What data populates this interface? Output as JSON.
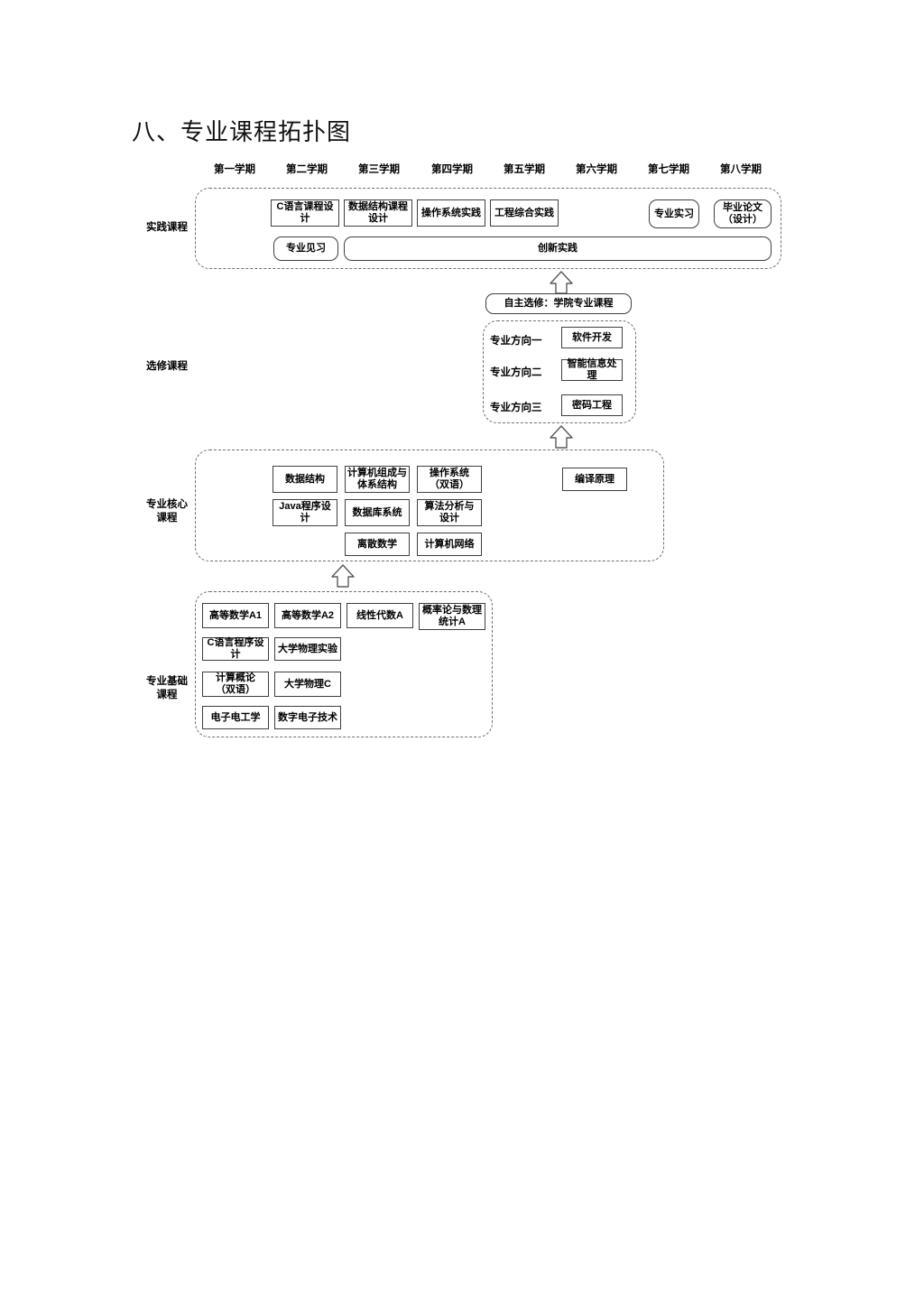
{
  "document": {
    "title": "八、专业课程拓扑图"
  },
  "semesters": [
    {
      "label": "第一学期"
    },
    {
      "label": "第二学期"
    },
    {
      "label": "第三学期"
    },
    {
      "label": "第四学期"
    },
    {
      "label": "第五学期"
    },
    {
      "label": "第六学期"
    },
    {
      "label": "第七学期"
    },
    {
      "label": "第八学期"
    }
  ],
  "groups": {
    "practice": {
      "label": "实践课程",
      "row1": [
        {
          "label": "C语言课程设计"
        },
        {
          "label": "数据结构课程\n设计"
        },
        {
          "label": "操作系统实践"
        },
        {
          "label": "工程综合实践"
        },
        {
          "label": "专业实习"
        },
        {
          "label": "毕业论文\n（设计）"
        }
      ],
      "row2": [
        {
          "label": "专业见习"
        },
        {
          "label": "创新实践"
        }
      ]
    },
    "elective": {
      "label": "选修课程",
      "header": "自主选修：学院专业课程",
      "directions": [
        {
          "label": "专业方向一",
          "course": "软件开发"
        },
        {
          "label": "专业方向二",
          "course": "智能信息处理"
        },
        {
          "label": "专业方向三",
          "course": "密码工程"
        }
      ]
    },
    "core": {
      "label": "专业核心\n课程",
      "col1": [
        {
          "label": "数据结构"
        },
        {
          "label": "Java程序设计"
        }
      ],
      "col2": [
        {
          "label": "计算机组成与\n体系结构"
        },
        {
          "label": "数据库系统"
        },
        {
          "label": "离散数学"
        }
      ],
      "col3": [
        {
          "label": "操作系统\n（双语）"
        },
        {
          "label": "算法分析与\n设计"
        },
        {
          "label": "计算机网络"
        }
      ],
      "col5": [
        {
          "label": "编译原理"
        }
      ]
    },
    "foundation": {
      "label": "专业基础\n课程",
      "col1": [
        {
          "label": "高等数学A1"
        },
        {
          "label": "C语言程序设计"
        },
        {
          "label": "计算概论\n（双语）"
        },
        {
          "label": "电子电工学"
        }
      ],
      "col2": [
        {
          "label": "高等数学A2"
        },
        {
          "label": "大学物理实验"
        },
        {
          "label": "大学物理C"
        },
        {
          "label": "数字电子技术"
        }
      ],
      "col3": [
        {
          "label": "线性代数A"
        }
      ],
      "col4": [
        {
          "label": "概率论与数理\n统计A"
        }
      ]
    }
  },
  "arrows": [
    {
      "name": "arrow-foundation-to-core"
    },
    {
      "name": "arrow-core-to-elective"
    },
    {
      "name": "arrow-elective-to-practice"
    }
  ],
  "colors": {
    "box_border": "#3f3f3f",
    "group_border": "#6f6f6f",
    "text": "#000000",
    "background": "#ffffff"
  }
}
